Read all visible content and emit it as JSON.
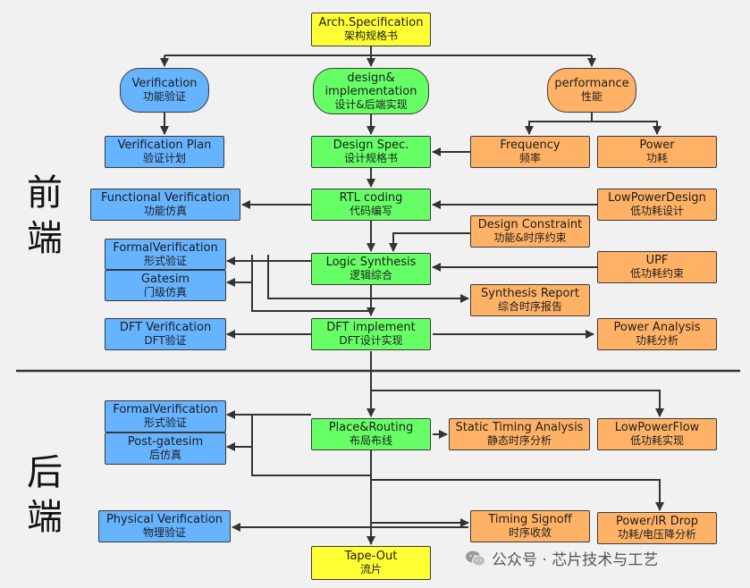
{
  "nodes": {
    "arch_spec": {
      "en": "Arch.Specification",
      "zh": "架构规格书"
    },
    "verification": {
      "en": "Verification",
      "zh": "功能验证"
    },
    "design_impl": {
      "en": "design&",
      "en2": "implementation",
      "zh": "设计&后端实现"
    },
    "performance": {
      "en": "performance",
      "zh": "性能"
    },
    "verification_plan": {
      "en": "Verification Plan",
      "zh": "验证计划"
    },
    "design_spec": {
      "en": "Design Spec.",
      "zh": "设计规格书"
    },
    "frequency": {
      "en": "Frequency",
      "zh": "频率"
    },
    "power": {
      "en": "Power",
      "zh": "功耗"
    },
    "functional_verification": {
      "en": "Functional Verification",
      "zh": "功能仿真"
    },
    "rtl_coding": {
      "en": "RTL coding",
      "zh": "代码编写"
    },
    "low_power_design": {
      "en": "LowPowerDesign",
      "zh": "低功耗设计"
    },
    "design_constraint": {
      "en": "Design Constraint",
      "zh": "功能&时序约束"
    },
    "formal_verification_1": {
      "en": "FormalVerification",
      "zh": "形式验证"
    },
    "logic_synthesis": {
      "en": "Logic Synthesis",
      "zh": "逻辑综合"
    },
    "upf": {
      "en": "UPF",
      "zh": "低功耗约束"
    },
    "gatesim": {
      "en": "Gatesim",
      "zh": "门级仿真"
    },
    "synthesis_report": {
      "en": "Synthesis Report",
      "zh": "综合时序报告"
    },
    "dft_verification": {
      "en": "DFT Verification",
      "zh": "DFT验证"
    },
    "dft_implement": {
      "en": "DFT implement",
      "zh": "DFT设计实现"
    },
    "power_analysis": {
      "en": "Power Analysis",
      "zh": "功耗分析"
    },
    "formal_verification_2": {
      "en": "FormalVerification",
      "zh": "形式验证"
    },
    "place_routing": {
      "en": "Place&Routing",
      "zh": "布局布线"
    },
    "static_timing": {
      "en": "Static Timing Analysis",
      "zh": "静态时序分析"
    },
    "low_power_flow": {
      "en": "LowPowerFlow",
      "zh": "低功耗实现"
    },
    "post_gatesim": {
      "en": "Post-gatesim",
      "zh": "后仿真"
    },
    "physical_verification": {
      "en": "Physical Verification",
      "zh": "物理验证"
    },
    "timing_signoff": {
      "en": "Timing Signoff",
      "zh": "时序收敛"
    },
    "power_ir_drop": {
      "en": "Power/IR Drop",
      "zh": "功耗/电压降分析"
    },
    "tape_out": {
      "en": "Tape-Out",
      "zh": "流片"
    }
  },
  "stages": {
    "front_1": "前",
    "front_2": "端",
    "back_1": "后",
    "back_2": "端"
  },
  "watermark": {
    "text": "公众号 · 芯片技术与工艺",
    "icon": "wechat-icon"
  },
  "colors": {
    "yellow": "#ffff33",
    "green": "#66ff66",
    "blue": "#66b3ff",
    "orange": "#ffb266",
    "line": "#333333"
  }
}
